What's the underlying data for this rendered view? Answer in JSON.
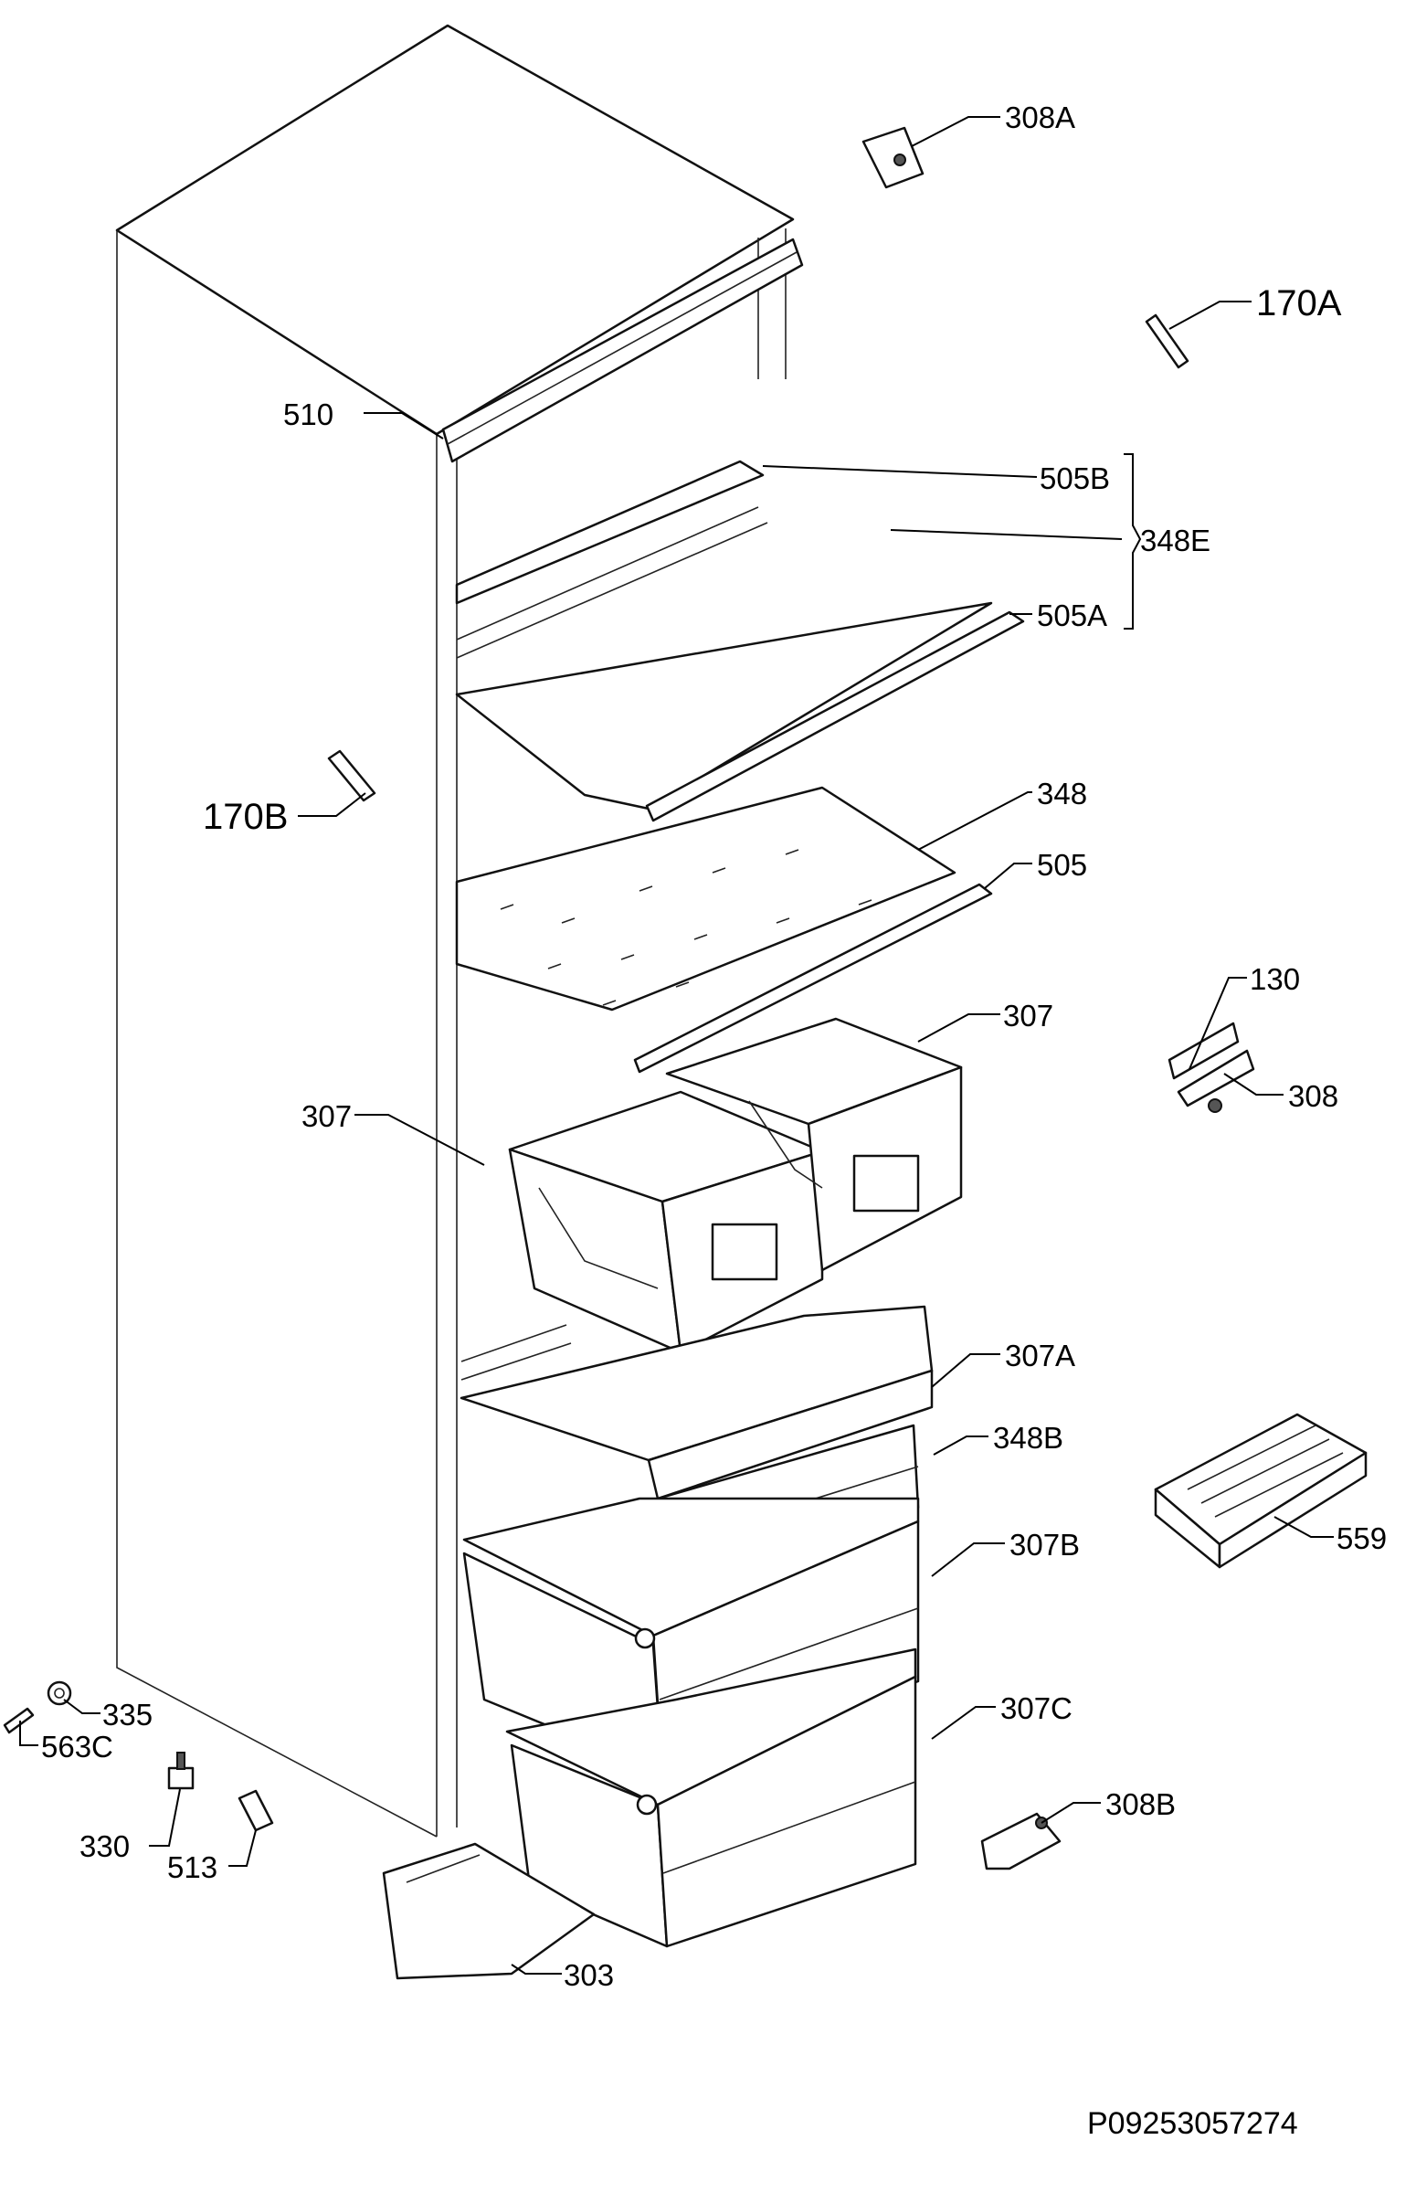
{
  "diagram": {
    "document_code": "P09253057274",
    "labels": {
      "l308A": "308A",
      "l170A": "170A",
      "l510": "510",
      "l505B": "505B",
      "l348E": "348E",
      "l505A": "505A",
      "l170B": "170B",
      "l348": "348",
      "l505": "505",
      "l130": "130",
      "l308": "308",
      "l307_right": "307",
      "l307_left": "307",
      "l307A": "307A",
      "l348B": "348B",
      "l559": "559",
      "l307B": "307B",
      "l335": "335",
      "l563C": "563C",
      "l307C": "307C",
      "l330": "330",
      "l513": "513",
      "l308B": "308B",
      "l303": "303"
    }
  }
}
